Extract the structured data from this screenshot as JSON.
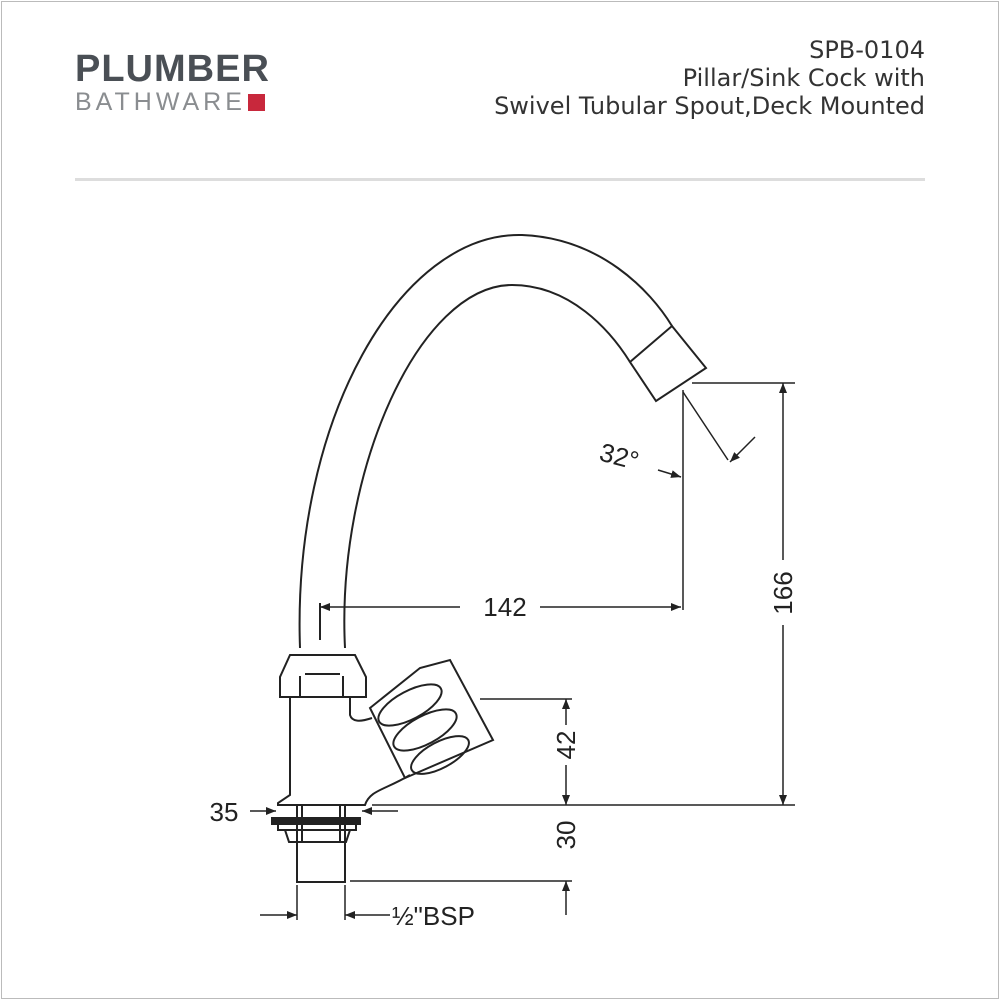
{
  "logo": {
    "brand": "PLUMBER",
    "sub": "BATHWARE",
    "accent": "#c8283c"
  },
  "header": {
    "code": "SPB-0104",
    "line1": "Pillar/Sink Cock with",
    "line2": "Swivel Tubular Spout,Deck Mounted"
  },
  "dimensions": {
    "reach": "142",
    "height": "166",
    "angle": "32°",
    "handle_height": "42",
    "shank": "30",
    "base": "35",
    "thread": "½\"BSP"
  }
}
